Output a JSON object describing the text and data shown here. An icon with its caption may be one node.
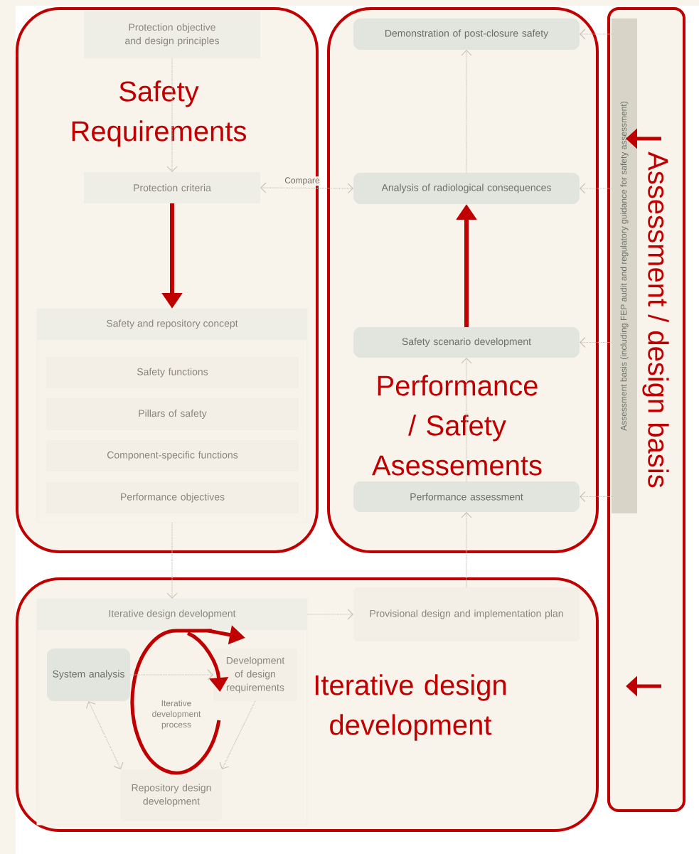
{
  "diagram": {
    "nodes": [
      {
        "text": [
          "Safety Requirements"
        ]
      },
      {
        "text": [
          "Performance / Safety Asessements"
        ]
      },
      {
        "text": [
          "Assessment / design basis"
        ]
      },
      {
        "text": [
          "Iterative design development"
        ]
      },
      {
        "text": [
          "Protection objective and design principles"
        ],
        "in": 0
      },
      {
        "text": [
          "Protection criteria"
        ],
        "in": 0
      },
      {
        "text": [
          "Safety and repository concept"
        ],
        "in": 0
      },
      {
        "text": [
          "Safety functions"
        ],
        "in": 6
      },
      {
        "text": [
          "Pillars of safety"
        ],
        "in": 6
      },
      {
        "text": [
          "Component-specific functions"
        ],
        "in": 6
      },
      {
        "text": [
          "Performance objectives"
        ],
        "in": 6
      },
      {
        "text": [
          "Demonstration of post-closure safety"
        ],
        "in": 1
      },
      {
        "text": [
          "Analysis of radiological consequences"
        ],
        "in": 1
      },
      {
        "text": [
          "Safety scenario development"
        ],
        "in": 1
      },
      {
        "text": [
          "Performance assessment"
        ],
        "in": 1
      },
      {
        "text": [
          "Assessment basis (including FEP audit and regulatory guidance for safety assessment)"
        ],
        "in": 2
      },
      {
        "text": [
          "Iterative design development"
        ],
        "in": 3
      },
      {
        "text": [
          "System analysis"
        ],
        "in": 16
      },
      {
        "text": [
          "Development of design requirements"
        ],
        "in": 16
      },
      {
        "text": [
          "Repository design development"
        ],
        "in": 16
      },
      {
        "text": [
          "Provisional design and implementation plan"
        ],
        "in": 3
      }
    ],
    "edges": [
      {
        "from": 4,
        "to": 5,
        "arrow": "to",
        "style": "dashed"
      },
      {
        "from": 5,
        "to": 6,
        "arrow": "to",
        "style": "thick",
        "color": "#c00000"
      },
      {
        "from": 12,
        "to": 5,
        "arrow": "both",
        "label": "Compare",
        "style": "dashed"
      },
      {
        "from": 6,
        "to": 16,
        "arrow": "to",
        "style": "dashed"
      },
      {
        "from": 16,
        "to": 20,
        "arrow": "to",
        "style": "dashed"
      },
      {
        "from": 20,
        "to": 14,
        "arrow": "to",
        "style": "dashed"
      },
      {
        "from": 14,
        "to": 13,
        "arrow": "to",
        "style": "dashed"
      },
      {
        "from": 13,
        "to": 12,
        "arrow": "to",
        "style": "thick",
        "color": "#c00000"
      },
      {
        "from": 12,
        "to": 11,
        "arrow": "to",
        "style": "dashed"
      },
      {
        "from": 15,
        "to": 11,
        "arrow": "to",
        "style": "dashed"
      },
      {
        "from": 15,
        "to": 12,
        "arrow": "to",
        "style": "dashed"
      },
      {
        "from": 15,
        "to": 13,
        "arrow": "to",
        "style": "dashed"
      },
      {
        "from": 15,
        "to": 14,
        "arrow": "to",
        "style": "dashed"
      },
      {
        "from": 17,
        "to": 18,
        "arrow": "to",
        "style": "dashed"
      },
      {
        "from": 18,
        "to": 19,
        "arrow": "to",
        "style": "dashed"
      },
      {
        "from": 17,
        "to": 19,
        "arrow": "both",
        "style": "dashed"
      }
    ],
    "labels": [
      "Iterative development process"
    ]
  }
}
